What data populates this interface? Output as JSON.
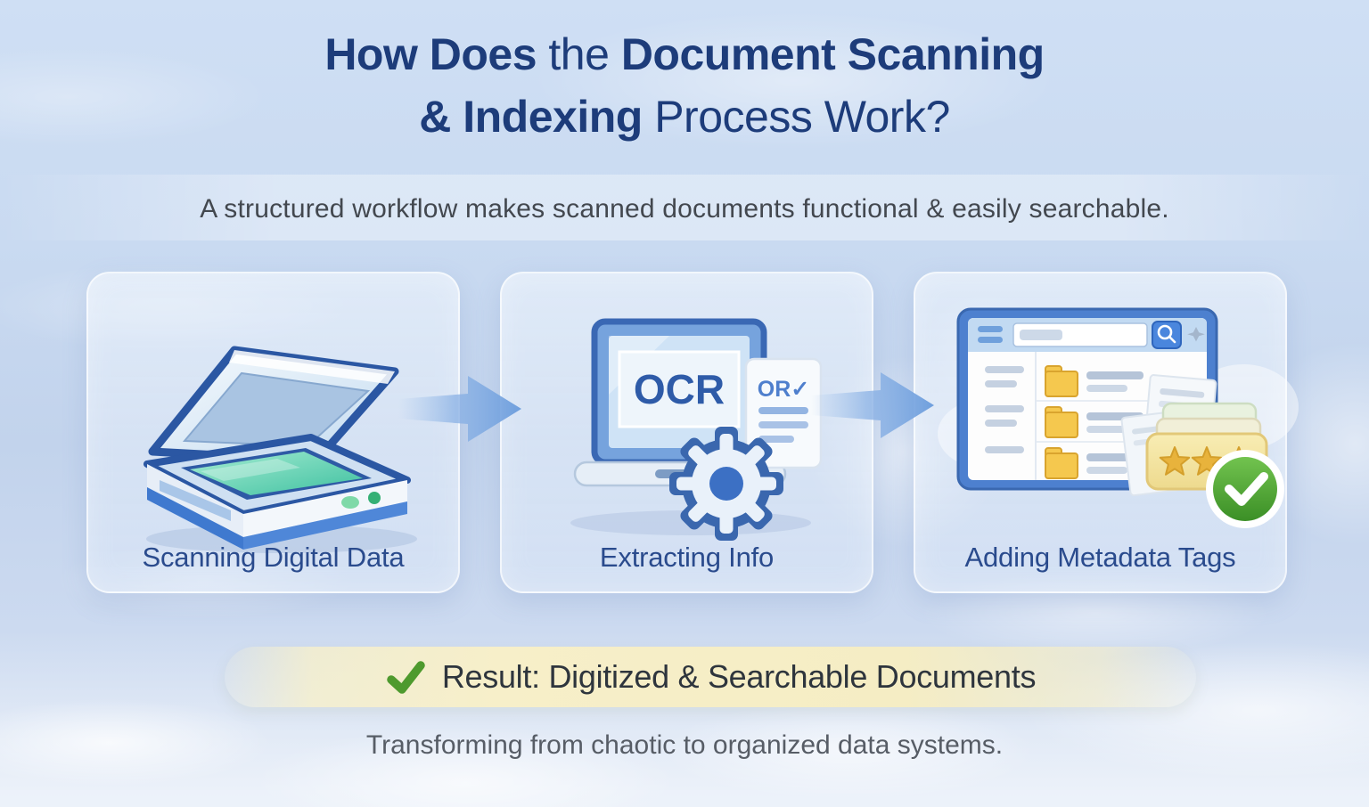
{
  "title": {
    "line1": [
      {
        "text": "How Does",
        "bold": true
      },
      {
        "text": " the ",
        "bold": false
      },
      {
        "text": "Document Scanning",
        "bold": true
      }
    ],
    "line2": [
      {
        "text": "& Indexing",
        "bold": true
      },
      {
        "text": " Process Work?",
        "bold": false
      }
    ],
    "color": "#1d3c7a"
  },
  "subtitle": {
    "text": "A structured workflow makes scanned documents functional & easily searchable."
  },
  "steps": [
    {
      "label": "Scanning Digital Data",
      "icon": "scanner-icon"
    },
    {
      "label": "Extracting Info",
      "icon": "ocr-laptop-icon",
      "screen_text": "OCR",
      "document_text": "OR✓"
    },
    {
      "label": "Adding Metadata Tags",
      "icon": "metadata-browser-icon",
      "rating_stars": 3
    }
  ],
  "connectors": [
    {
      "icon": "arrow-right-icon"
    },
    {
      "icon": "arrow-right-icon"
    }
  ],
  "result_banner": {
    "icon": "checkmark-icon",
    "text": "Result: Digitized & Searchable Documents",
    "background": "#f6eec6",
    "check_color": "#4e9a2e",
    "text_color": "#2e353d"
  },
  "footer": {
    "text": "Transforming from chaotic to organized data systems."
  },
  "icons": {
    "scanner-icon": "flatbed scanner with open lid, teal glass",
    "arrow-right-icon": "➔",
    "ocr-laptop-icon": "laptop showing OCR on screen",
    "gear-icon": "⚙",
    "ocr-document-icon": "document sheet with OR✓ and text lines",
    "metadata-browser-icon": "file browser window with folders",
    "menu-icon": "≡",
    "search-icon": "🔍",
    "folder-icon": "📁",
    "star-icon": "★",
    "check-circle-icon": "✔ in green circle",
    "checkmark-icon": "✔"
  },
  "colors": {
    "title_navy": "#1d3c7a",
    "label_navy": "#2a4b8d",
    "subtitle_gray": "#43484f",
    "footer_gray": "#575d66",
    "sky_blue": "#c9daf1",
    "arrow_blue": "#6f9fdd",
    "star_gold": "#e8b33c",
    "folder_yellow": "#f5c84e",
    "check_green": "#4e9a2e",
    "scanner_glass_teal": "#3ec0a0",
    "banner_cream": "#f6eec6"
  }
}
